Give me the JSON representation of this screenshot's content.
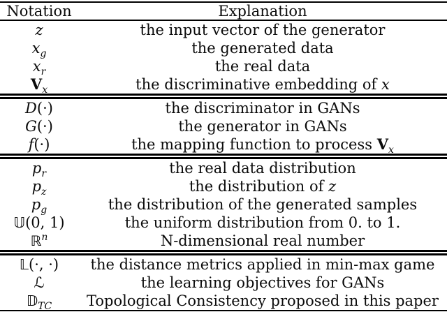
{
  "table": {
    "headers": {
      "notation": "Notation",
      "explanation": "Explanation"
    },
    "rows": [
      {
        "n_main": "z",
        "e_text": "the input vector of the generator"
      },
      {
        "n_main": "x",
        "n_sub": "g",
        "e_text": "the generated data"
      },
      {
        "n_main": "x",
        "n_sub": "r",
        "e_text": "the real data"
      },
      {
        "n_bold": "V",
        "n_sub": "x",
        "e_pre": "the discriminative embedding of ",
        "e_math": "x"
      },
      {
        "n_main": "D",
        "n_rest": "(·)",
        "e_text": "the discriminator in GANs"
      },
      {
        "n_main": "G",
        "n_rest": "(·)",
        "e_text": "the generator in GANs"
      },
      {
        "n_main": "f",
        "n_rest": "(·)",
        "e_pre": "the mapping function to process ",
        "e_bold": "V",
        "e_sub": "x"
      },
      {
        "n_main": "p",
        "n_sub": "r",
        "e_text": "the real data distribution"
      },
      {
        "n_main": "p",
        "n_sub": "z",
        "e_pre": "the distribution of ",
        "e_math": "z"
      },
      {
        "n_main": "p",
        "n_sub": "g",
        "e_text": "the distribution of the generated samples"
      },
      {
        "n_bb": "𝕌",
        "n_rest": "(0, 1)",
        "e_text": "the uniform distribution from 0. to 1."
      },
      {
        "n_bb": "ℝ",
        "n_sup": "n",
        "e_text": "N-dimensional real number"
      },
      {
        "n_bb": "𝕃",
        "n_rest": "(·, ·)",
        "e_text": "the distance metrics applied in min-max game"
      },
      {
        "n_cal": "ℒ",
        "e_text": "the learning objectives for GANs"
      },
      {
        "n_bb": "𝔻",
        "n_subcap": "TC",
        "e_text": "Topological Consistency proposed in this paper"
      }
    ]
  }
}
